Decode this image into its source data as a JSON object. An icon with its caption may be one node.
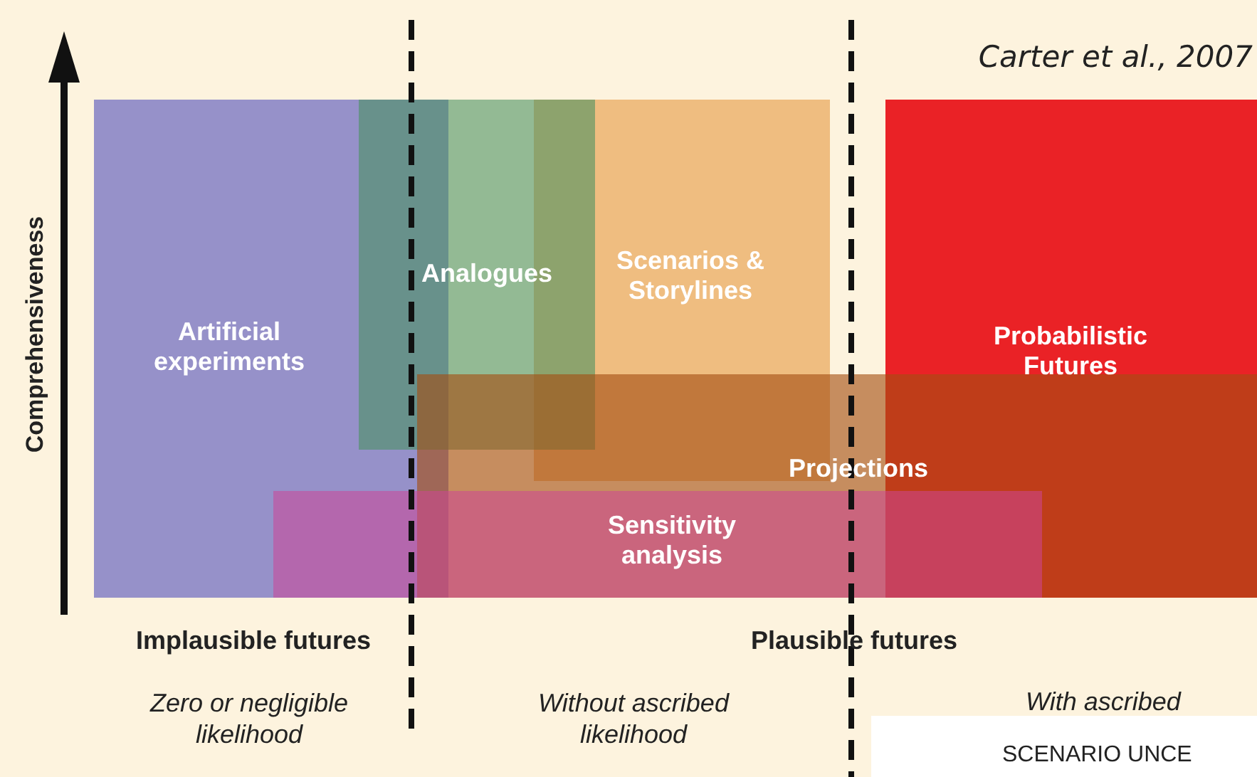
{
  "diagram": {
    "nodes": [
      {
        "text": [
          "Artificial experiments"
        ]
      },
      {
        "text": [
          "Scenarios & Storylines"
        ]
      },
      {
        "text": [
          "Analogues"
        ]
      },
      {
        "text": [
          "Probabilistic Futures"
        ]
      },
      {
        "text": [
          "Projections"
        ]
      },
      {
        "text": [
          "Sensitivity analysis"
        ]
      }
    ],
    "edges": [],
    "labels": [
      "Carter et al., 2007",
      "Comprehensiveness",
      "Implausible futures",
      "Plausible futures",
      "Zero or negligible likelihood",
      "Without ascribed likelihood",
      "With ascribed",
      "SCENARIO UNCE"
    ]
  }
}
